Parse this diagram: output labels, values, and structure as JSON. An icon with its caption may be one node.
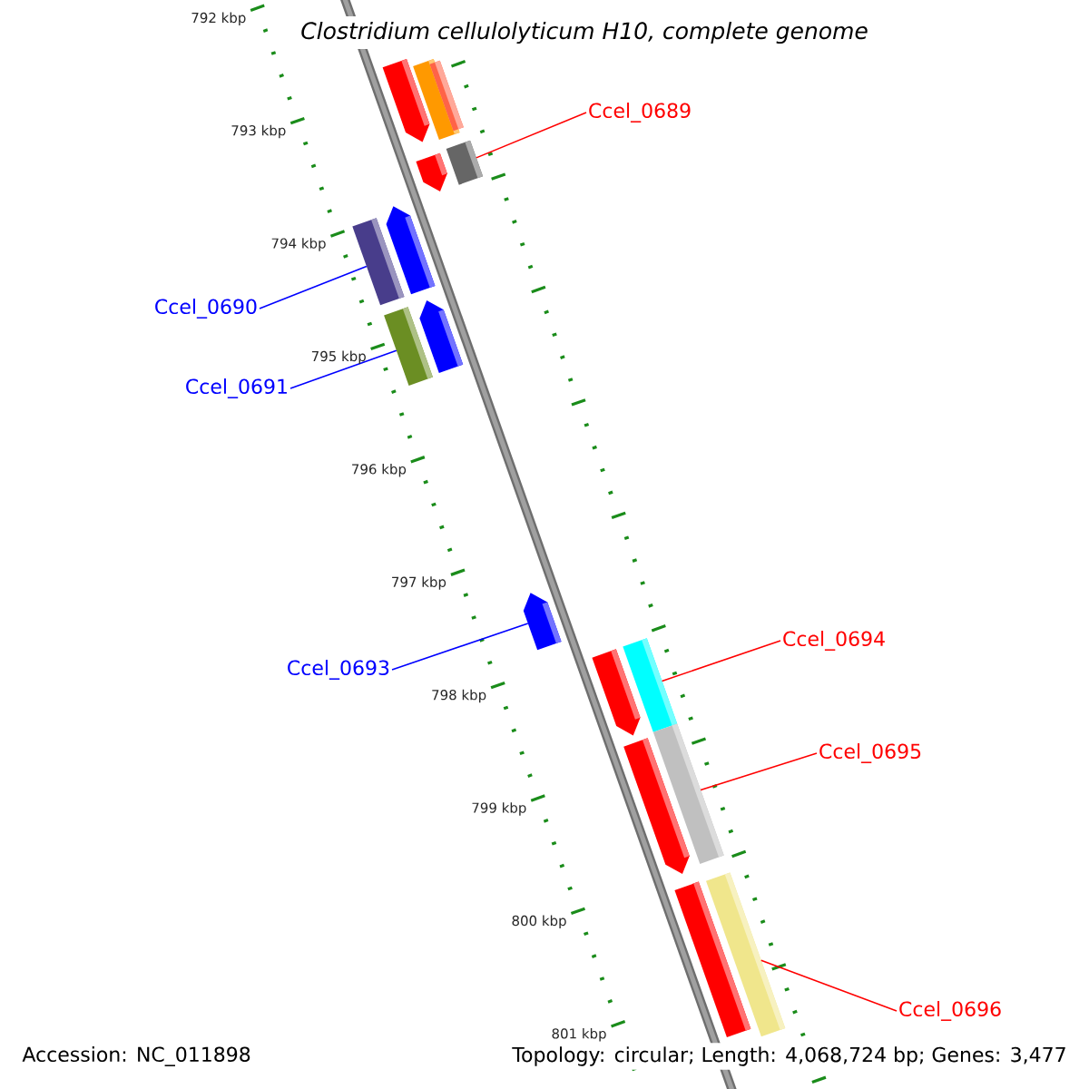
{
  "diagram": {
    "title": "Clostridium cellulolyticum H10, complete genome",
    "nodes": [
      {
        "text": [
          "Ccel_0689"
        ]
      },
      {
        "text": [
          "Ccel_0690"
        ]
      },
      {
        "text": [
          "Ccel_0691"
        ]
      },
      {
        "text": [
          "Ccel_0693"
        ]
      },
      {
        "text": [
          "Ccel_0694"
        ]
      },
      {
        "text": [
          "Ccel_0695"
        ]
      },
      {
        "text": [
          "Ccel_0696"
        ]
      },
      {
        "text": [],
        "shape": "bar"
      },
      {
        "text": [],
        "shape": "bar"
      },
      {
        "text": [],
        "shape": "bar"
      },
      {
        "text": [],
        "shape": "bar"
      },
      {
        "text": [],
        "shape": "bar"
      },
      {
        "text": [],
        "shape": "bar"
      },
      {
        "text": [],
        "shape": "bar"
      },
      {
        "text": [],
        "shape": "bar"
      },
      {
        "text": [],
        "shape": "bar"
      },
      {
        "text": [],
        "shape": "bar"
      },
      {
        "text": [],
        "shape": "bar"
      },
      {
        "text": [],
        "shape": "bar"
      },
      {
        "text": [],
        "shape": "bar"
      },
      {
        "text": [],
        "shape": "bar"
      },
      {
        "text": [],
        "shape": "bar"
      },
      {
        "text": [],
        "shape": "bar"
      }
    ],
    "edges": [
      {
        "from": 0,
        "to": 11,
        "arrow": "none"
      },
      {
        "from": 1,
        "to": 12,
        "arrow": "none",
        "color": "#0000ff"
      },
      {
        "from": 2,
        "to": 14,
        "arrow": "none",
        "color": "#0000ff"
      },
      {
        "from": 3,
        "to": 16,
        "arrow": "none",
        "color": "#0000ff"
      },
      {
        "from": 4,
        "to": 18,
        "arrow": "none"
      },
      {
        "from": 5,
        "to": 20,
        "arrow": "none"
      },
      {
        "from": 6,
        "to": 22,
        "arrow": "none"
      }
    ],
    "labels": [
      "792 kbp",
      "793 kbp",
      "794 kbp",
      "795 kbp",
      "796 kbp",
      "797 kbp",
      "798 kbp",
      "799 kbp",
      "800 kbp",
      "801 kbp",
      "Accession: NC_011898",
      "Topology: circular; Length: 4,068,724 bp; Genes: 3,477"
    ]
  }
}
